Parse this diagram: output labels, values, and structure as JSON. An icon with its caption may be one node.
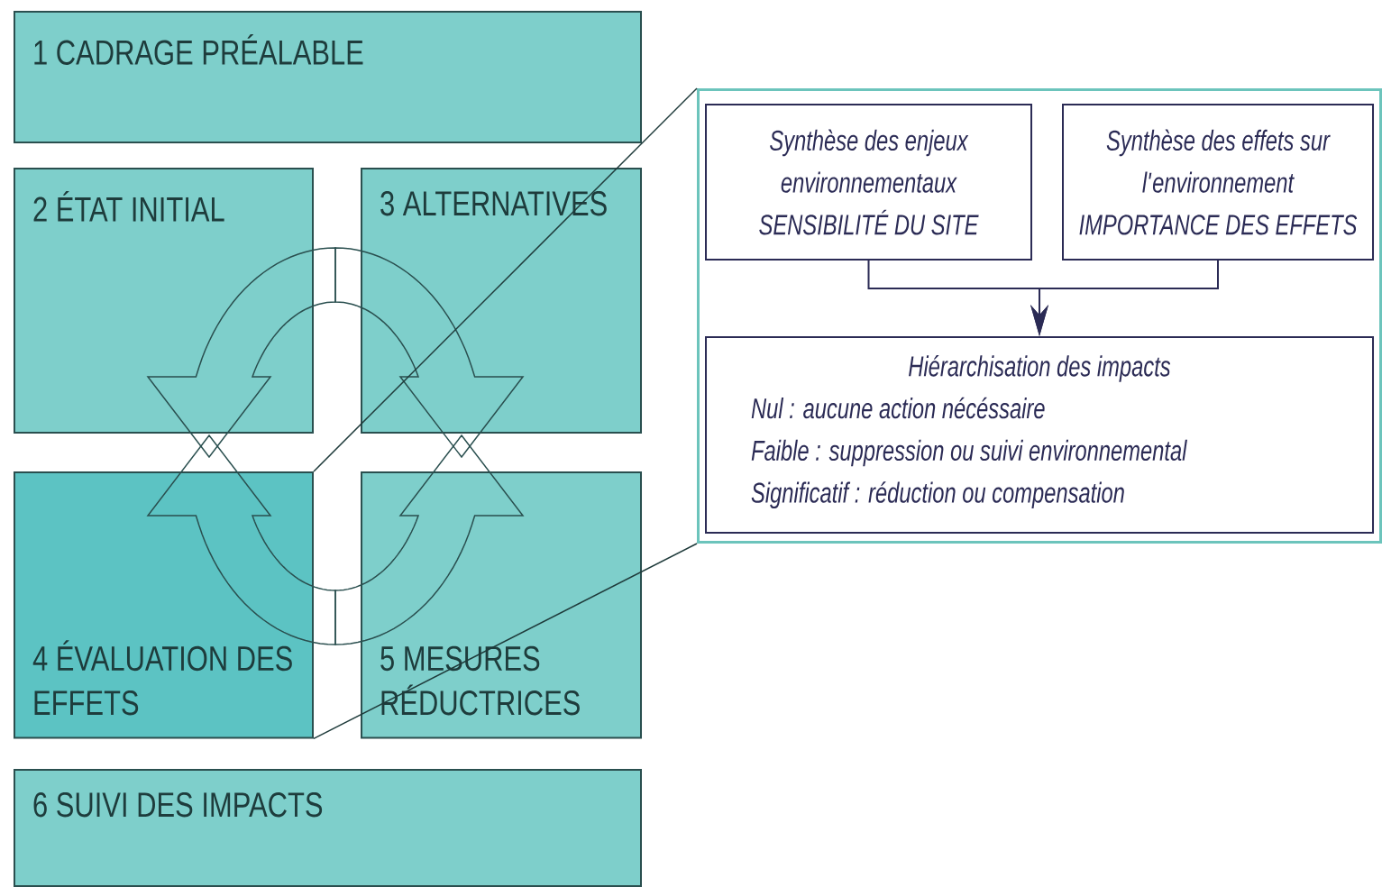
{
  "diagram": {
    "nodes": [
      {
        "text": [
          "1 CADRAGE PRÉALABLE"
        ]
      },
      {
        "text": [
          "2 ÉTAT INITIAL"
        ]
      },
      {
        "text": [
          "3 ALTERNATIVES"
        ]
      },
      {
        "text": [
          "4 ÉVALUATION DES EFFETS"
        ]
      },
      {
        "text": [
          "5 MESURES RÉDUCTRICES"
        ]
      },
      {
        "text": [
          "6 SUIVI DES IMPACTS"
        ]
      },
      {
        "text": [],
        "shape": "box"
      },
      {
        "text": [
          "Synthèse des enjeux environnementaux",
          "SENSIBILITÉ DU SITE"
        ],
        "in": 6
      },
      {
        "text": [
          "Synthèse des effets sur l'environnement",
          "IMPORTANCE DES EFFETS"
        ],
        "in": 6
      },
      {
        "text": [
          "Hiérarchisation des impacts",
          "Nul : aucune action nécéssaire",
          "Faible : suppression ou suivi environnemental",
          "Significatif : réduction ou compensation"
        ],
        "in": 6
      }
    ],
    "edges": [
      {
        "from": 7,
        "to": 9,
        "arrow": "to",
        "color": "#2b2b55"
      },
      {
        "from": 8,
        "to": 9,
        "arrow": "to",
        "color": "#2b2b55"
      },
      {
        "from": 3,
        "to": 6,
        "arrow": "none"
      },
      {
        "from": 3,
        "to": 6,
        "arrow": "none"
      }
    ]
  }
}
